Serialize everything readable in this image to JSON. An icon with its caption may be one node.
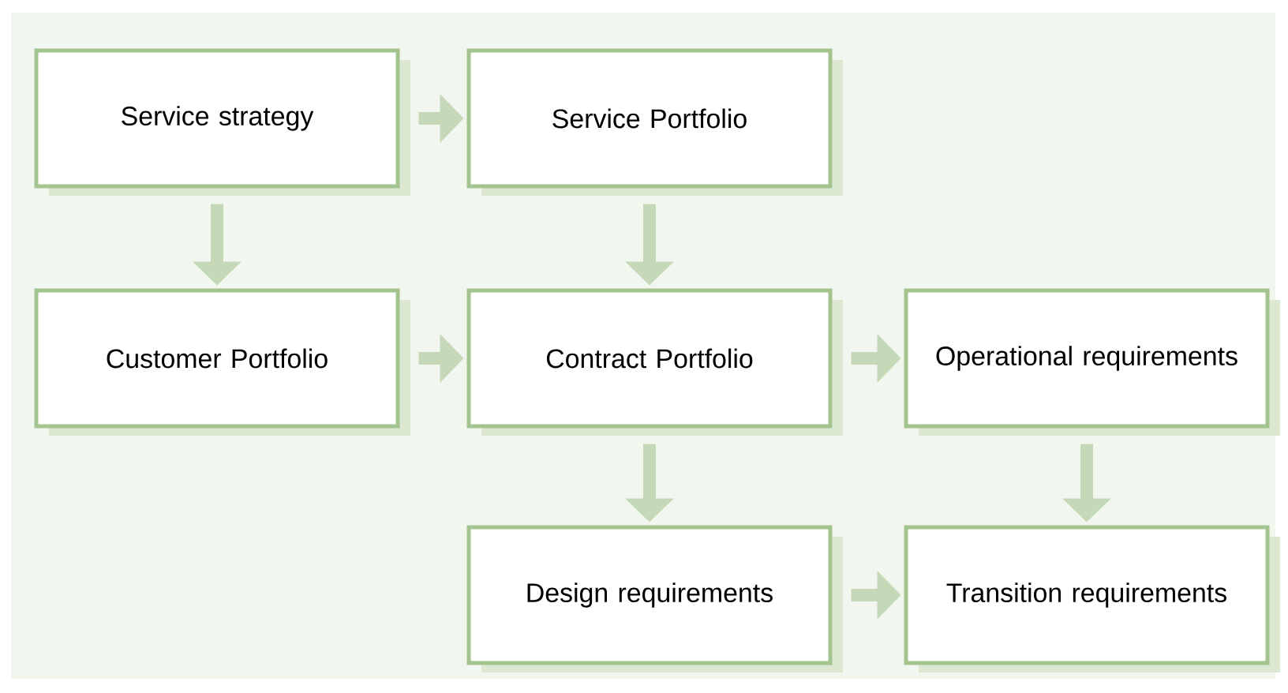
{
  "diagram": {
    "nodes": [
      {
        "text": [
          "Service strategy"
        ]
      },
      {
        "text": [
          "Service Portfolio"
        ]
      },
      {
        "text": [
          "Customer Portfolio"
        ]
      },
      {
        "text": [
          "Contract Portfolio"
        ]
      },
      {
        "text": [
          "Operational requirements"
        ]
      },
      {
        "text": [
          "Design requirements"
        ]
      },
      {
        "text": [
          "Transition requirements"
        ]
      }
    ],
    "edges": [
      {
        "from": 0,
        "to": 1,
        "arrow": "to"
      },
      {
        "from": 0,
        "to": 2,
        "arrow": "to"
      },
      {
        "from": 1,
        "to": 3,
        "arrow": "to"
      },
      {
        "from": 2,
        "to": 3,
        "arrow": "to"
      },
      {
        "from": 3,
        "to": 4,
        "arrow": "to"
      },
      {
        "from": 3,
        "to": 5,
        "arrow": "to"
      },
      {
        "from": 4,
        "to": 6,
        "arrow": "to"
      },
      {
        "from": 5,
        "to": 6,
        "arrow": "to"
      }
    ]
  }
}
